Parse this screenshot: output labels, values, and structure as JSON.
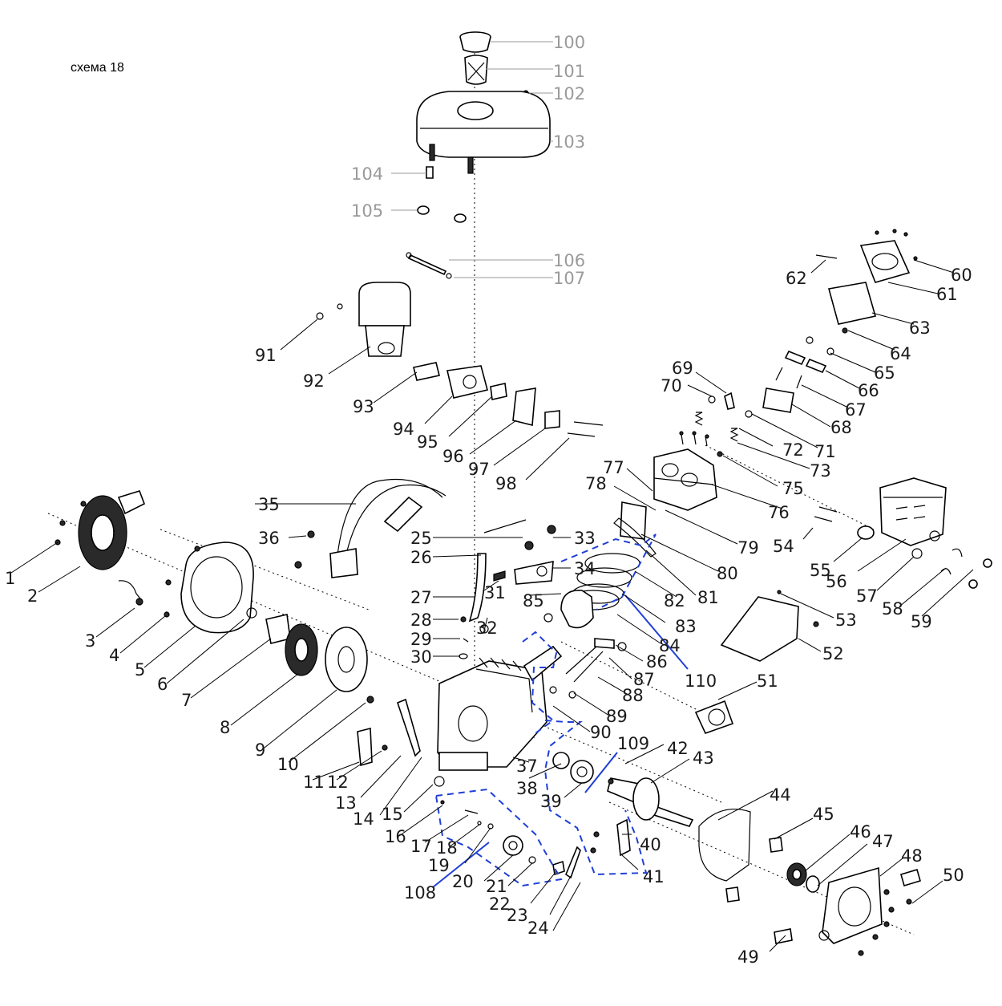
{
  "title": "схема 18",
  "labels": [
    "1",
    "2",
    "3",
    "4",
    "5",
    "6",
    "7",
    "8",
    "9",
    "10",
    "11",
    "12",
    "13",
    "14",
    "15",
    "16",
    "17",
    "18",
    "19",
    "20",
    "21",
    "22",
    "23",
    "24",
    "25",
    "26",
    "27",
    "28",
    "29",
    "30",
    "31",
    "32",
    "33",
    "34",
    "35",
    "36",
    "37",
    "38",
    "39",
    "40",
    "41",
    "42",
    "43",
    "44",
    "45",
    "46",
    "47",
    "48",
    "49",
    "50",
    "51",
    "52",
    "53",
    "54",
    "55",
    "56",
    "57",
    "58",
    "59",
    "60",
    "61",
    "62",
    "63",
    "64",
    "65",
    "66",
    "67",
    "68",
    "69",
    "70",
    "71",
    "72",
    "73",
    "75",
    "76",
    "77",
    "78",
    "79",
    "80",
    "81",
    "82",
    "83",
    "84",
    "85",
    "86",
    "87",
    "88",
    "89",
    "90",
    "91",
    "92",
    "93",
    "94",
    "95",
    "96",
    "97",
    "98",
    "100",
    "101",
    "102",
    "103",
    "104",
    "105",
    "106",
    "107",
    "108",
    "109",
    "110"
  ],
  "colors": {
    "line": "#000000",
    "label": "#1a1a1a",
    "label_gray": "#9a9a9a",
    "group_outline": "#1f3fd6"
  }
}
